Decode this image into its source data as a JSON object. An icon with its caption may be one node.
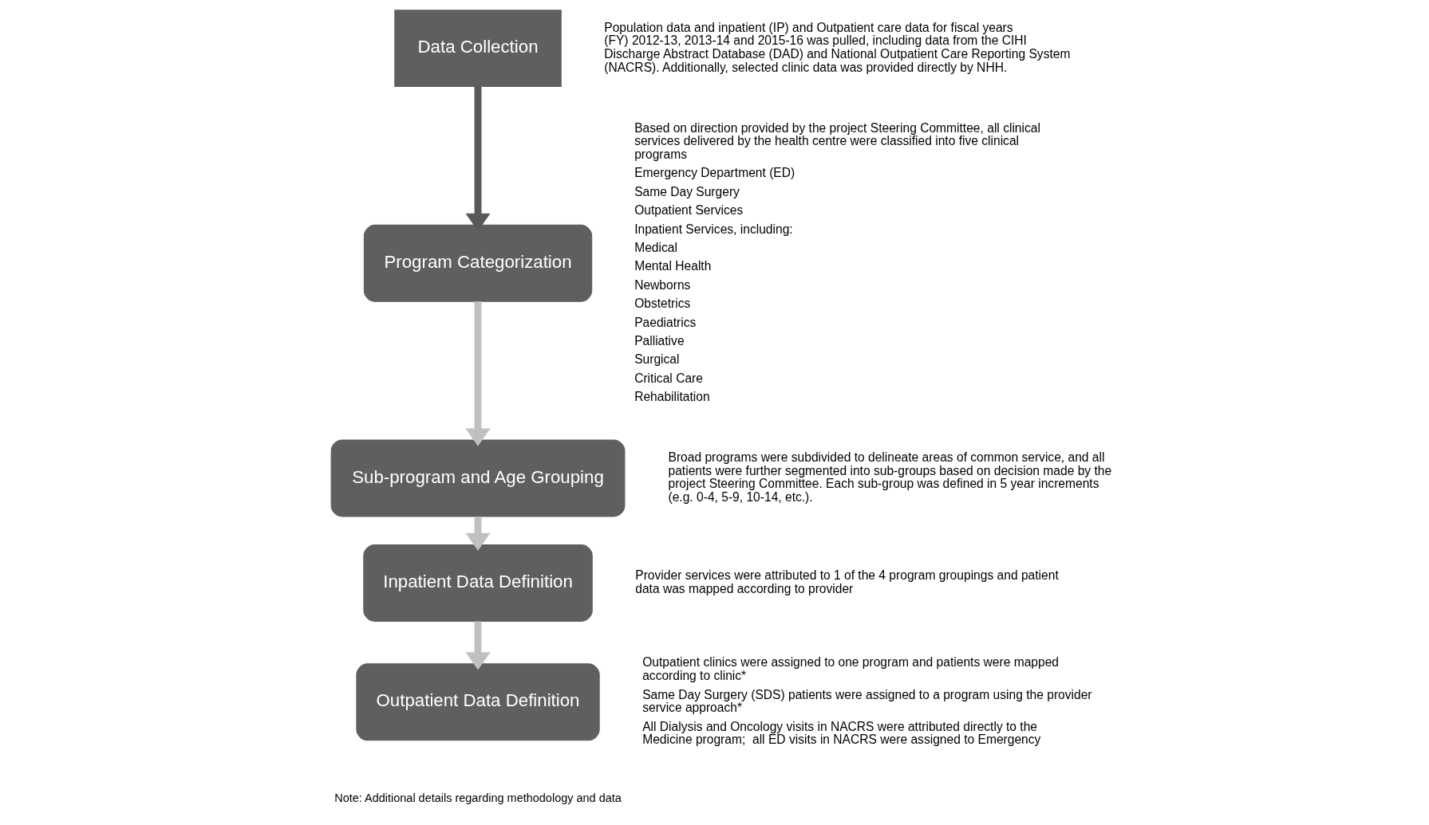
{
  "diagram": {
    "nodes": [
      {
        "text": [
          "Data Collection"
        ],
        "beside": [
          "Population data and inpatient (IP) and Outpatient care data for fiscal years (FY) 2012-13, 2013-14 and 2015-16 was pulled, including data from the CIHI Discharge Abstract Database (DAD) and National Outpatient Care Reporting System (NACRS). Additionally, selected clinic data was provided directly by NHH."
        ]
      },
      {
        "text": [
          "Program Categorization"
        ],
        "beside": [
          "Based on direction provided by the project Steering Committee, all clinical services delivered by the health centre were classified into five clinical programs",
          "Emergency Department (ED)",
          "Same Day Surgery",
          "Outpatient Services",
          "Inpatient Services, including:",
          "Medical",
          "Mental Health",
          "Newborns",
          "Obstetrics",
          "Paediatrics",
          "Palliative",
          "Surgical",
          "Critical Care",
          "Rehabilitation"
        ]
      },
      {
        "text": [
          "Sub-program and Age Grouping"
        ],
        "beside": [
          "Broad programs were subdivided to delineate areas of common service, and all patients were further segmented into sub-groups based on decision made by the project Steering Committee. Each sub-group was defined in 5 year increments (e.g. 0-4, 5-9, 10-14, etc.)."
        ]
      },
      {
        "text": [
          "Inpatient Data Definition"
        ],
        "beside": [
          "Provider services were attributed to 1 of the 4 program groupings and patient data was mapped according to provider"
        ]
      },
      {
        "text": [
          "Outpatient Data Definition"
        ],
        "beside": [
          "Outpatient clinics were assigned to one program and patients were mapped according to clinic*",
          "Same Day Surgery (SDS) patients were assigned to a program using the provider service approach*",
          "All Dialysis and Oncology visits in NACRS were attributed directly to the Medicine program;  all ED visits in NACRS were assigned to Emergency"
        ]
      }
    ],
    "edges": [
      {
        "from": 0,
        "to": 1,
        "arrow": "to",
        "color": "#595959"
      },
      {
        "from": 1,
        "to": 2,
        "arrow": "to"
      },
      {
        "from": 2,
        "to": 3,
        "arrow": "to"
      },
      {
        "from": 3,
        "to": 4,
        "arrow": "to"
      }
    ],
    "labels": [
      "Note: Additional details regarding methodology and data"
    ]
  }
}
